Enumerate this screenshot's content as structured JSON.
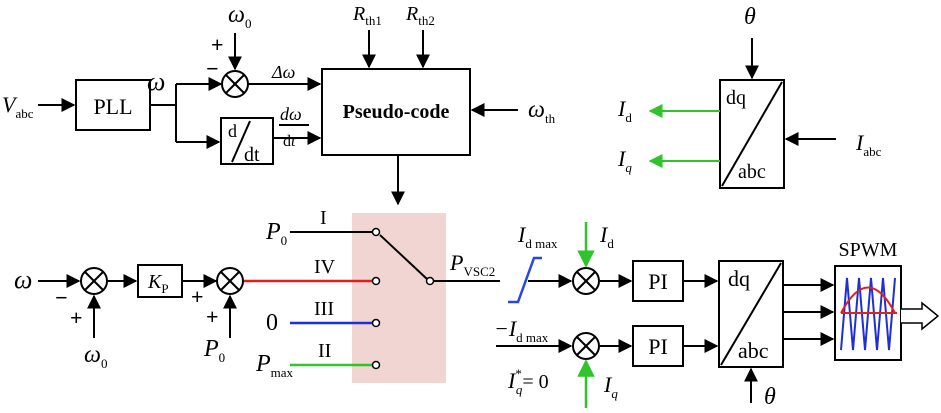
{
  "blocks": {
    "pll": "PLL",
    "pseudo_code": "Pseudo-code",
    "deriv_d": "d",
    "deriv_dt": "dt",
    "pi_top": "PI",
    "pi_bottom": "PI",
    "dq_top": "dq",
    "abc_top": "abc",
    "dq_bottom": "dq",
    "abc_bottom": "abc",
    "spwm": "SPWM",
    "kp_main": "K",
    "kp_sub": "P"
  },
  "signals": {
    "v_abc_main": "V",
    "v_abc_sub": "abc",
    "omega": "ω",
    "omega0_main": "ω",
    "omega0_sub": "0",
    "delta_omega": "Δω",
    "domega_num": "dω",
    "domega_den_d": "d",
    "domega_den_t": "t",
    "rth1_main": "R",
    "rth1_sub": "th1",
    "rth2_main": "R",
    "rth2_sub": "th2",
    "omega_th_main": "ω",
    "omega_th_sub": "th",
    "theta": "θ",
    "id_main": "I",
    "id_sub": "d",
    "iq_main": "I",
    "iq_sub": "q",
    "iabc_main": "I",
    "iabc_sub": "abc",
    "p0_main": "P",
    "p0_sub": "0",
    "zero": "0",
    "pmax_main": "P",
    "pmax_sub": "max",
    "pvsc2_main": "P",
    "pvsc2_sub": "VSC2",
    "idmax_main": "I",
    "idmax_sub": "d max",
    "neg_idmax_main": "−I",
    "iq_star_eq": "= 0",
    "iq_star_sup": "*"
  },
  "modes": [
    "I",
    "IV",
    "III",
    "II"
  ],
  "signs": {
    "plus": "+",
    "minus": "−"
  },
  "colors": {
    "mode_iv": "#e0201c",
    "mode_iii": "#1f2fd6",
    "mode_ii": "#2ec42a",
    "feedback_arrows": "#2ec42a",
    "limiter": "#2846e0",
    "switch_shade": "#f0d5d3",
    "carrier": "#1f2fd6",
    "modulating": "#e0201c"
  }
}
